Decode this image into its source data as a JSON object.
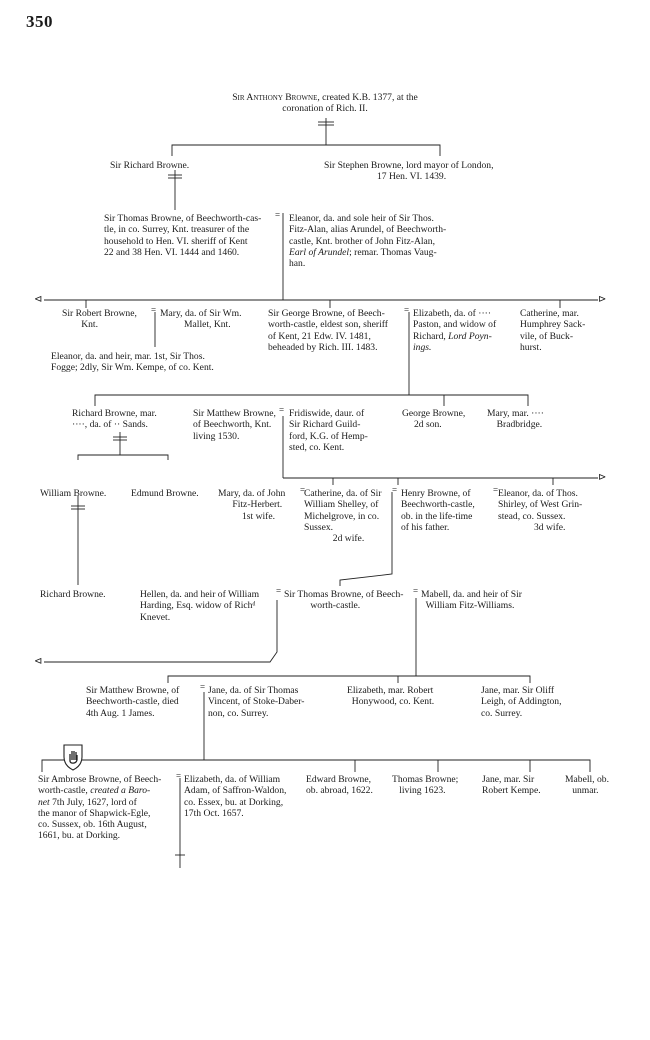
{
  "page_number": "350",
  "persons": {
    "anthony_name": "Sir Anthony Browne",
    "anthony_rest": ", created K.B. 1377, at the",
    "anthony_l2": "coronation of Rich. II.",
    "richard": "Sir Richard Browne.",
    "stephen_l1": "Sir Stephen Browne, lord mayor of London,",
    "stephen_l2": "17 Hen. VI. 1439.",
    "thomas1": "Sir Thomas Browne, of Beechworth-cas-\ntle, in co. Surrey, Knt. treasurer of the\nhousehold to Hen. VI. sheriff of Kent\n22 and 38 Hen. VI. 1444 and 1460.",
    "eleanor1_a": "Eleanor, da. and sole heir of Sir Thos.\nFitz-Alan, alias Arundel, of Beechworth-\ncastle, Knt. brother of John Fitz-Alan,\n",
    "eleanor1_b": "Earl of Arundel",
    "eleanor1_c": "; remar. Thomas Vaug-\nhan.",
    "robert": "Sir Robert Browne,\n        Knt.",
    "mary_mallet": "Mary, da. of Sir Wm.\n          Mallet, Knt.",
    "george_sir": "Sir George Browne, of Beech-\nworth-castle, eldest son, sheriff\nof Kent, 21 Edw. IV. 1481,\nbeheaded by Rich. III. 1483.",
    "elizabeth_paston_a": "Elizabeth, da. of ····\nPaston, and widow of\nRichard, ",
    "elizabeth_paston_b": "Lord Poyn-\nings.",
    "catherine": "Catherine, mar.\nHumphrey Sack-\nvile, of Buck-\nhurst.",
    "eleanor_heir": "Eleanor, da. and heir, mar. 1st, Sir Thos.\nFogge; 2dly, Sir Wm. Kempe, of co. Kent.",
    "richard_sands": "Richard Browne, mar.\n····, da. of ·· Sands.",
    "matthew1": "Sir Matthew Browne,\nof Beechworth, Knt.\nliving 1530.",
    "fridiswide": "Fridiswide, daur. of\nSir Richard Guild-\nford, K.G. of Hemp-\nsted, co. Kent.",
    "george2": "George Browne,\n     2d son.",
    "mary_bradbridge": "Mary, mar. ····\n    Bradbridge.",
    "william": "William Browne.",
    "edmund": "Edmund Browne.",
    "mary_fitzherbert": "Mary, da. of John\n      Fitz-Herbert.\n          1st wife.",
    "catherine_shelley": "Catherine, da. of Sir\nWilliam Shelley, of\nMichelgrove, in co.\nSussex.\n            2d wife.",
    "henry": "Henry Browne, of\nBeechworth-castle,\nob. in the life-time\nof his father.",
    "eleanor_shirley": "Eleanor, da. of Thos.\nShirley, of West Grin-\nstead, co. Sussex.\n               3d wife.",
    "richard3": "Richard Browne.",
    "hellen": "Hellen, da. and heir of William\nHarding, Esq. widow of Richᵈ\nKnevet.",
    "thomas2": "Sir Thomas Browne, of Beech-\n           worth-castle.",
    "mabell_fw": "Mabell, da. and heir of Sir\n  William Fitz-Williams.",
    "matthew2": "Sir Matthew Browne, of\nBeechworth-castle, died\n4th Aug. 1 James.",
    "jane_vincent": "Jane, da. of Sir Thomas\nVincent, of Stoke-Daber-\nnon, co. Surrey.",
    "elizabeth_honywood": "Elizabeth, mar. Robert\n  Honywood, co. Kent.",
    "jane_leigh": "Jane, mar. Sir Oliff\nLeigh, of Addington,\nco. Surrey.",
    "ambrose_a": "Sir Ambrose Browne, of Beech-\nworth-castle, ",
    "ambrose_b": "created a Baro-\nnet",
    "ambrose_c": " 7th July, 1627, lord of\nthe manor of Shapwick-Egle,\nco. Sussex, ob. 16th August,\n1661, bu. at Dorking.",
    "elizabeth_adam": "Elizabeth, da. of William\nAdam, of Saffron-Waldon,\nco. Essex, bu. at Dorking,\n17th Oct. 1657.",
    "edward": "Edward Browne,\nob. abroad, 1622.",
    "thomas3": "Thomas Browne;\n   living 1623.",
    "jane_kempe": "Jane, mar. Sir\nRobert Kempe.",
    "mabell_unmar": "Mabell, ob.\n   unmar."
  },
  "icons": {
    "continue_left": "⊲",
    "continue_right": "⊳",
    "baronet_badge": "red-hand-shield-icon"
  }
}
